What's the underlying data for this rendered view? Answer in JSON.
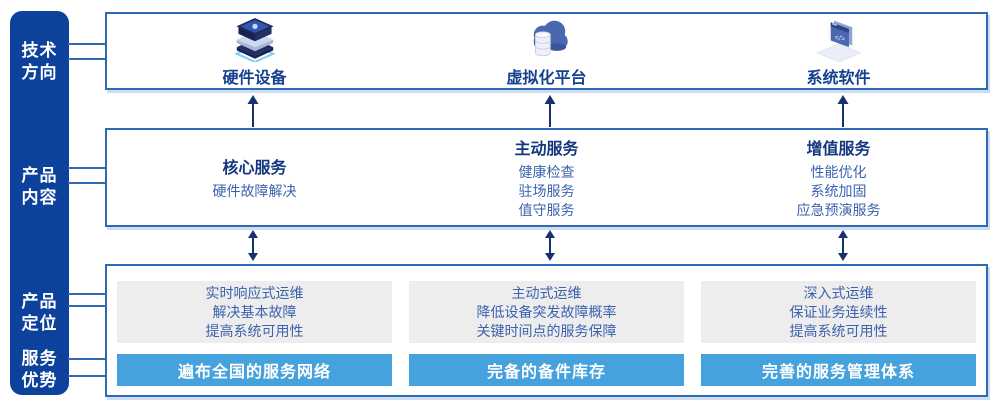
{
  "colors": {
    "sidebar_bg": "#0c419c",
    "panel_border": "#2e6ab5",
    "title_text": "#15418f",
    "body_text": "#3c62ae",
    "gray_panel": "#ededed",
    "advantage_bar_bg": "#45a2dc",
    "advantage_bar_text": "#ffffff",
    "arrow": "#16316e",
    "icon_blue": "#4a68b0",
    "icon_navy": "#1d2b5e",
    "icon_cyan": "#7fd2f4"
  },
  "sidebar": {
    "items": [
      {
        "line1": "技术",
        "line2": "方向"
      },
      {
        "line1": "产品",
        "line2": "内容"
      },
      {
        "line1": "产品",
        "line2": "定位"
      },
      {
        "line1": "服务",
        "line2": "优势"
      }
    ]
  },
  "tech_directions": {
    "columns": [
      {
        "icon": "server-stack-icon",
        "label": "硬件设备"
      },
      {
        "icon": "cloud-database-icon",
        "label": "虚拟化平台"
      },
      {
        "icon": "code-window-icon",
        "label": "系统软件"
      }
    ]
  },
  "product_content": {
    "columns": [
      {
        "title": "核心服务",
        "items": [
          "硬件故障解决"
        ]
      },
      {
        "title": "主动服务",
        "items": [
          "健康检查",
          "驻场服务",
          "值守服务"
        ]
      },
      {
        "title": "增值服务",
        "items": [
          "性能优化",
          "系统加固",
          "应急预演服务"
        ]
      }
    ]
  },
  "product_positioning": {
    "columns": [
      {
        "lines": [
          "实时响应式运维",
          "解决基本故障",
          "提高系统可用性"
        ],
        "advantage": "遍布全国的服务网络"
      },
      {
        "lines": [
          "主动式运维",
          "降低设备突发故障概率",
          "关键时间点的服务保障"
        ],
        "advantage": "完备的备件库存"
      },
      {
        "lines": [
          "深入式运维",
          "保证业务连续性",
          "提高系统可用性"
        ],
        "advantage": "完善的服务管理体系"
      }
    ]
  }
}
